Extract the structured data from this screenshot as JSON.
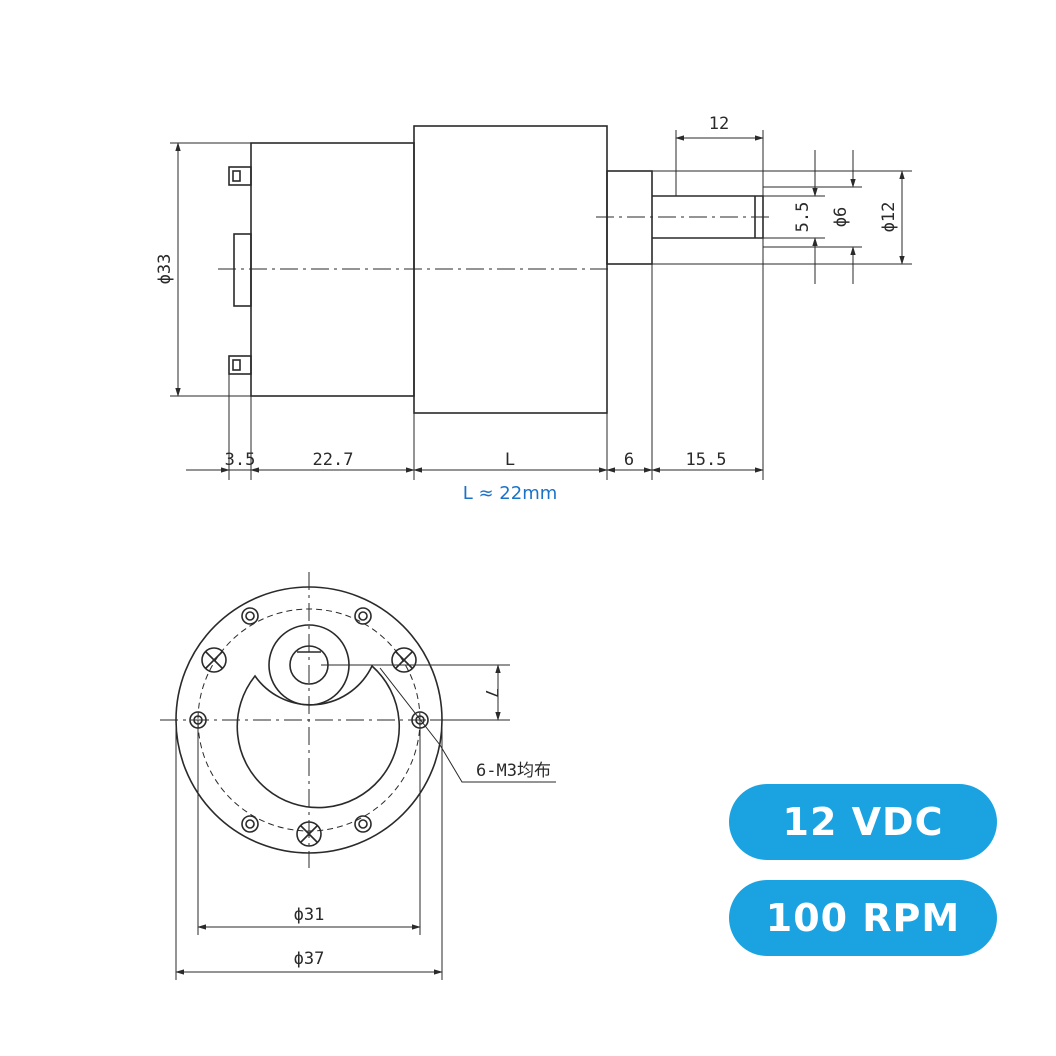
{
  "side_view": {
    "dims": {
      "shaft_length": "12",
      "flat": "5.5",
      "shaft_dia": "ϕ6",
      "boss_dia": "ϕ12",
      "body_dia": "ϕ33",
      "terminal": "3.5",
      "motor_len": "22.7",
      "gearbox_len": "L",
      "boss_len": "6",
      "shaft_ext": "15.5"
    },
    "note": "L ≈ 22mm",
    "note_color": "#1a73c8"
  },
  "front_view": {
    "dims": {
      "offset": "7",
      "screws": "6-M3均布",
      "bolt_circle": "ϕ31",
      "outer_dia": "ϕ37"
    }
  },
  "badges": [
    {
      "label": "12 VDC"
    },
    {
      "label": "100 RPM"
    }
  ],
  "colors": {
    "badge": "#1aa3e0",
    "line": "#2a2a2a"
  }
}
